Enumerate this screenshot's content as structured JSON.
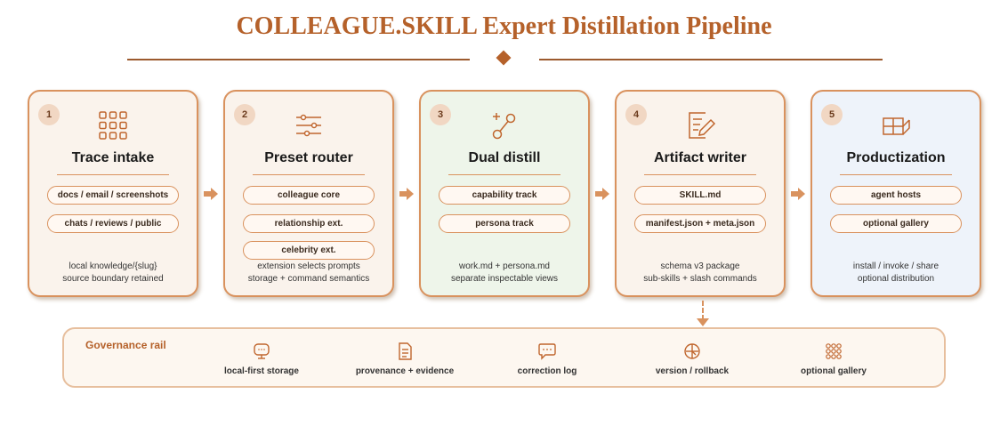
{
  "title": "COLLEAGUE.SKILL Expert Distillation Pipeline",
  "stages": [
    {
      "number": "1",
      "icon": "grid-icon",
      "title": "Trace intake",
      "pills": [
        "docs / email / screenshots",
        "chats / reviews / public"
      ],
      "footer": [
        "local knowledge/{slug}",
        "source boundary retained"
      ]
    },
    {
      "number": "2",
      "icon": "sliders-icon",
      "title": "Preset router",
      "pills": [
        "colleague core",
        "relationship ext.",
        "celebrity ext."
      ],
      "footer": [
        "extension selects prompts",
        "storage + command semantics"
      ]
    },
    {
      "number": "3",
      "icon": "split-path-icon",
      "title": "Dual distill",
      "pills": [
        "capability track",
        "persona track"
      ],
      "footer": [
        "work.md + persona.md",
        "separate inspectable views"
      ]
    },
    {
      "number": "4",
      "icon": "edit-document-icon",
      "title": "Artifact writer",
      "pills": [
        "SKILL.md",
        "manifest.json + meta.json"
      ],
      "footer": [
        "schema v3 package",
        "sub-skills + slash commands"
      ]
    },
    {
      "number": "5",
      "icon": "package-icon",
      "title": "Productization",
      "pills": [
        "agent hosts",
        "optional gallery"
      ],
      "footer": [
        "install / invoke / share",
        "optional distribution"
      ]
    }
  ],
  "rail": {
    "title": "Governance rail",
    "items": [
      {
        "icon": "monitor-icon",
        "label": "local-first storage"
      },
      {
        "icon": "document-icon",
        "label": "provenance + evidence"
      },
      {
        "icon": "chat-bubble-icon",
        "label": "correction log"
      },
      {
        "icon": "version-icon",
        "label": "version / rollback"
      },
      {
        "icon": "grid-icon",
        "label": "optional gallery"
      }
    ]
  },
  "colors": {
    "accent": "#b5612a",
    "border": "#d9925e",
    "card": "#faf3ec",
    "green_card": "#eef5ea",
    "blue_card": "#eef3fa"
  }
}
